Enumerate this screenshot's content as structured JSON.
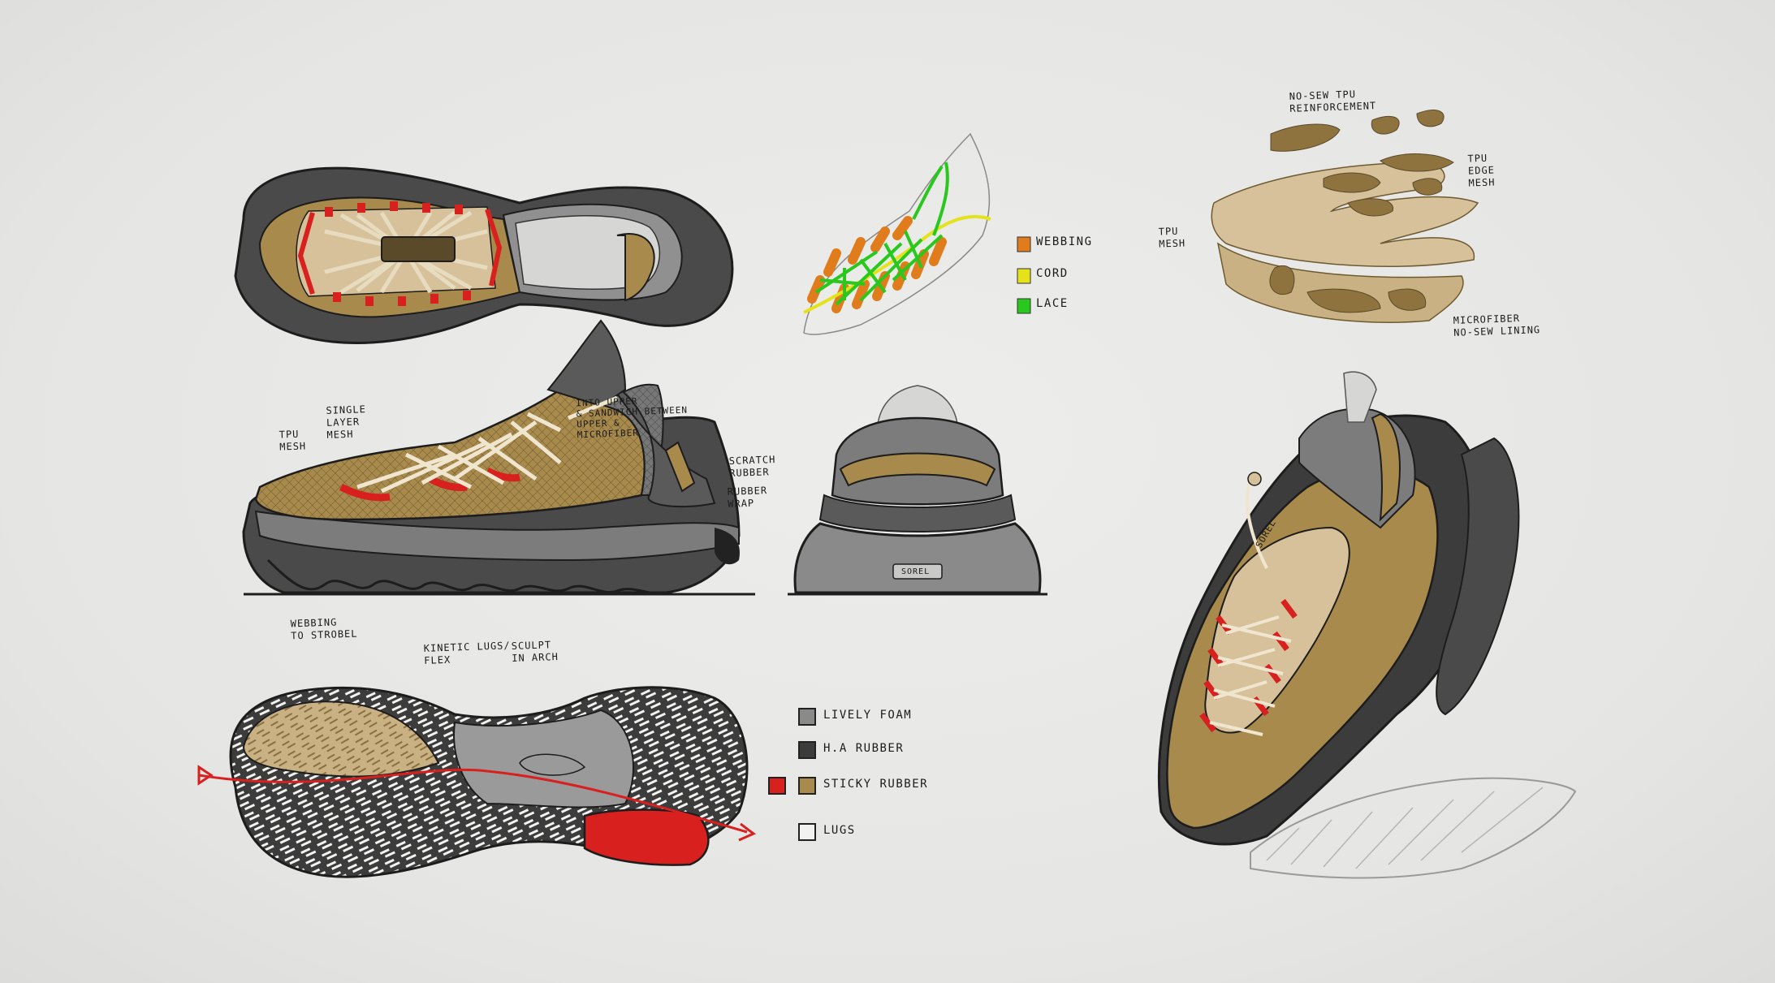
{
  "colors": {
    "background": "#e9e9e7",
    "tan": "#a88a4c",
    "tan_light": "#d7c19b",
    "red": "#d8201f",
    "gray_dark": "#4a4a4a",
    "gray_mid": "#7c7c7c",
    "orange": "#e07c1c",
    "yellow": "#e5e21a",
    "green": "#29c81d"
  },
  "lace_legend": [
    {
      "label": "Webbing",
      "color": "#e07c1c",
      "icon": "webbing-swatch"
    },
    {
      "label": "Cord",
      "color": "#e5e21a",
      "icon": "cord-swatch"
    },
    {
      "label": "Lace",
      "color": "#29c81d",
      "icon": "lace-swatch"
    }
  ],
  "material_legend": [
    {
      "label": "Lively Foam",
      "colors": [
        "#8a8a8a"
      ]
    },
    {
      "label": "H.A Rubber",
      "colors": [
        "#3c3c3c"
      ]
    },
    {
      "label": "Sticky Rubber",
      "colors": [
        "#d8201f",
        "#a88a4c"
      ]
    },
    {
      "label": "Lugs",
      "colors": [
        "#f2f2f0"
      ]
    }
  ],
  "callouts": {
    "tpu_reinforcement": "No-sew TPU\nreinforcement",
    "tpu_edge_mesh": "TPU\nedge\nmesh",
    "tpu_mesh_top": "TPU\nmesh",
    "microfiber_lining": "Microfiber\nno-sew lining",
    "tpu_mesh_side": "TPU\nmesh",
    "single_layer_mesh": "Single\nlayer\nmesh",
    "into_upper": "Into upper\n& sandwich between\nupper &\nmicrofiber",
    "scratch_rubber": "Scratch\nrubber",
    "rubber_wrap": "Rubber\nwrap",
    "webbing_to_strobel": "Webbing\nto strobel",
    "kinetic_lugs": "Kinetic lugs/\nflex",
    "sculpt_arch": "Sculpt\nin arch"
  },
  "brand_marks": [
    "SOREL",
    "SOREL"
  ]
}
